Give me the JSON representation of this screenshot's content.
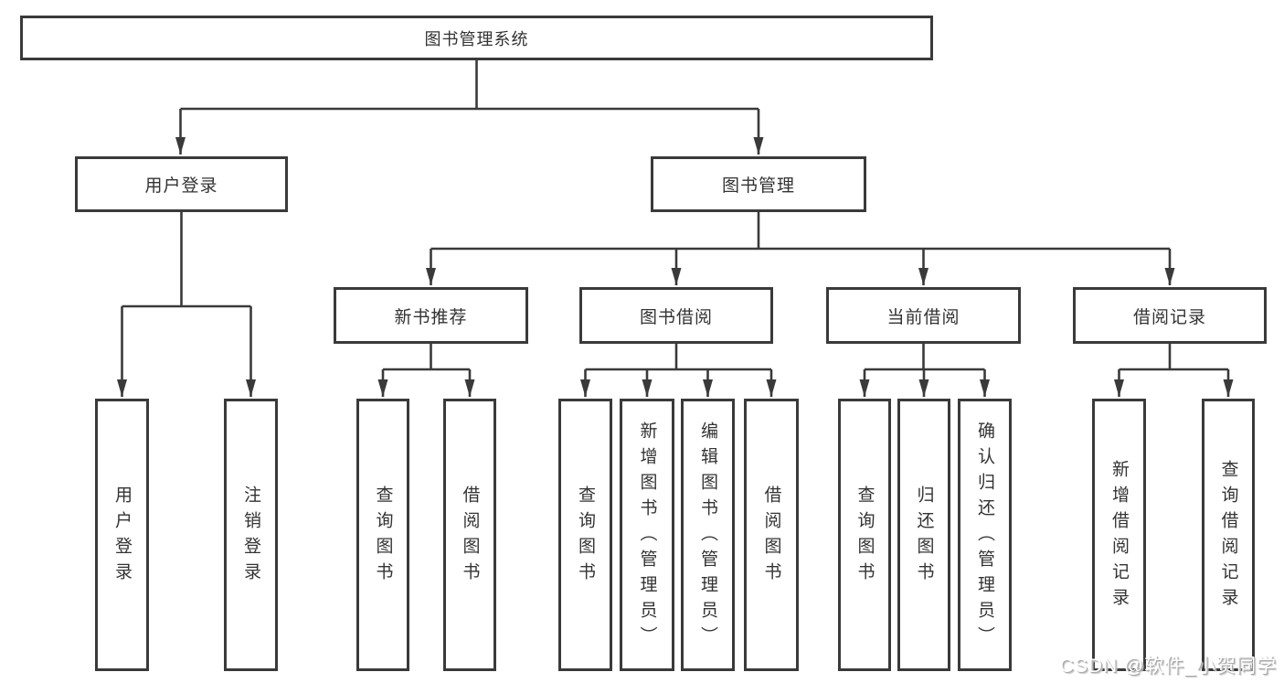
{
  "tree": {
    "root": {
      "label": "图书管理系统"
    },
    "children": [
      {
        "label": "用户登录",
        "children": [
          {
            "label": "用户登录"
          },
          {
            "label": "注销登录"
          }
        ]
      },
      {
        "label": "图书管理",
        "children": [
          {
            "label": "新书推荐",
            "children": [
              {
                "label": "查询图书"
              },
              {
                "label": "借阅图书"
              }
            ]
          },
          {
            "label": "图书借阅",
            "children": [
              {
                "label": "查询图书"
              },
              {
                "label": "新增图书（管理员）"
              },
              {
                "label": "编辑图书（管理员）"
              },
              {
                "label": "借阅图书"
              }
            ]
          },
          {
            "label": "当前借阅",
            "children": [
              {
                "label": "查询图书"
              },
              {
                "label": "归还图书"
              },
              {
                "label": "确认归还（管理员）"
              }
            ]
          },
          {
            "label": "借阅记录",
            "children": [
              {
                "label": "新增借阅记录"
              },
              {
                "label": "查询借阅记录"
              }
            ]
          }
        ]
      }
    ]
  },
  "watermark": {
    "text": "CSDN @软件_小贺同学"
  },
  "colors": {
    "line": "#3a3a3a",
    "box_border": "#3a3a3a",
    "text": "#333333",
    "background": "#ffffff",
    "watermark_text": "#ffffff"
  }
}
